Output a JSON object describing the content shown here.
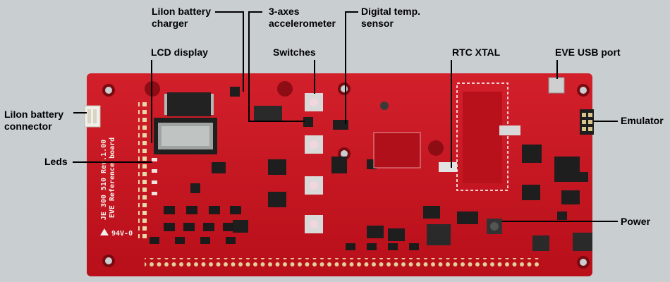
{
  "figure": {
    "labels": {
      "lcd": "LCD display",
      "charger_1": "LiIon battery",
      "charger_2": "charger",
      "accel_1": "3-axes",
      "accel_2": "accelerometer",
      "temp_1": "Digital temp.",
      "temp_2": "sensor",
      "switches": "Switches",
      "rtc": "RTC XTAL",
      "usb": "EVE USB port",
      "connector_1": "LiIon battery",
      "connector_2": "connector",
      "emulator": "Emulator",
      "leds": "Leds",
      "power": "Power"
    },
    "silkscreen": {
      "board_line_1": "JE 300 510 Rev.1.00",
      "board_line_2": "EVE Reference board",
      "rating": "94V-0"
    },
    "colors": {
      "background": "#c9ced1",
      "board": "#c8131f",
      "silkscreen": "#f4f0ea",
      "leader": "#000000"
    }
  }
}
